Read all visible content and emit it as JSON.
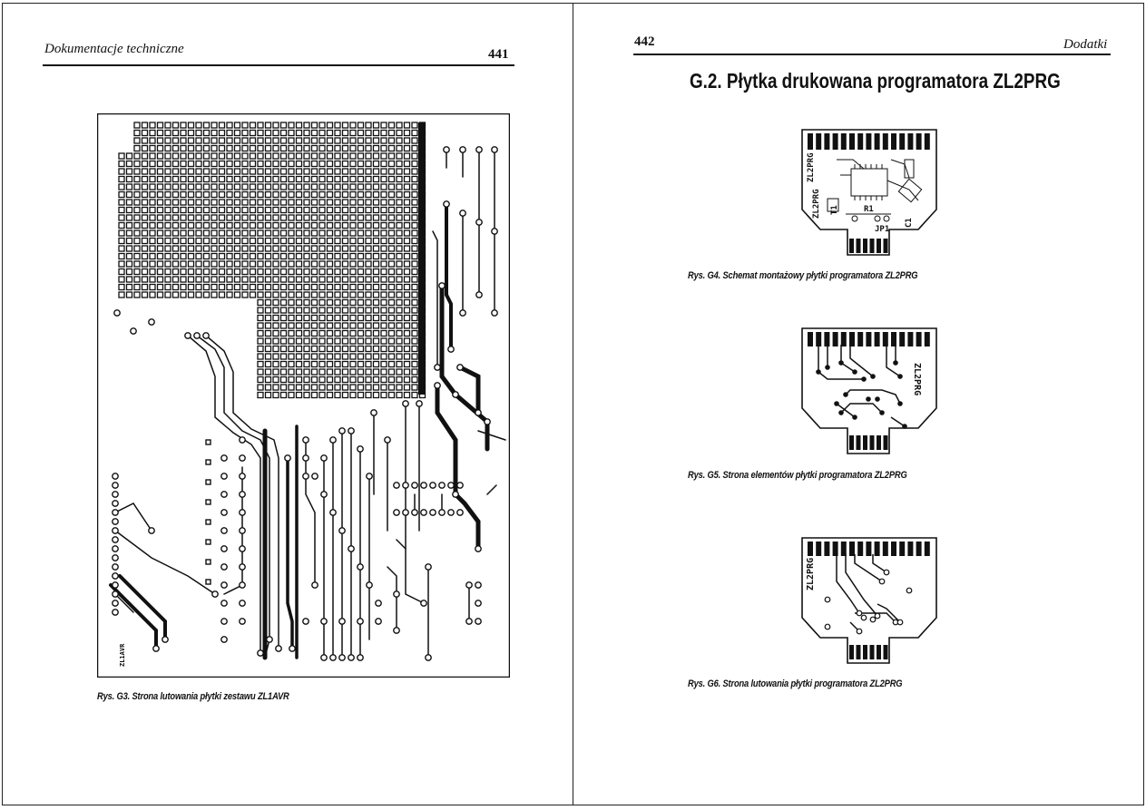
{
  "left_page": {
    "running_title": "Dokumentacje techniczne",
    "page_number": "441",
    "figure": {
      "caption": "Rys. G3. Strona lutowania płytki zestawu ZL1AVR",
      "board_marking": "ZL1AVR"
    }
  },
  "right_page": {
    "page_number": "442",
    "running_title": "Dodatki",
    "section_title": "G.2. Płytka drukowana programatora ZL2PRG",
    "figures": [
      {
        "caption": "Rys. G4. Schemat montażowy płytki programatora ZL2PRG",
        "labels": [
          "ZL2PRG",
          "ZL2PRG",
          "T1",
          "R1",
          "JP1",
          "C1"
        ]
      },
      {
        "caption": "Rys. G5. Strona elementów płytki programatora ZL2PRG",
        "labels": [
          "ZL2PRG"
        ]
      },
      {
        "caption": "Rys. G6. Strona lutowania płytki programatora ZL2PRG",
        "labels": [
          "ZL2PRG"
        ]
      }
    ]
  }
}
